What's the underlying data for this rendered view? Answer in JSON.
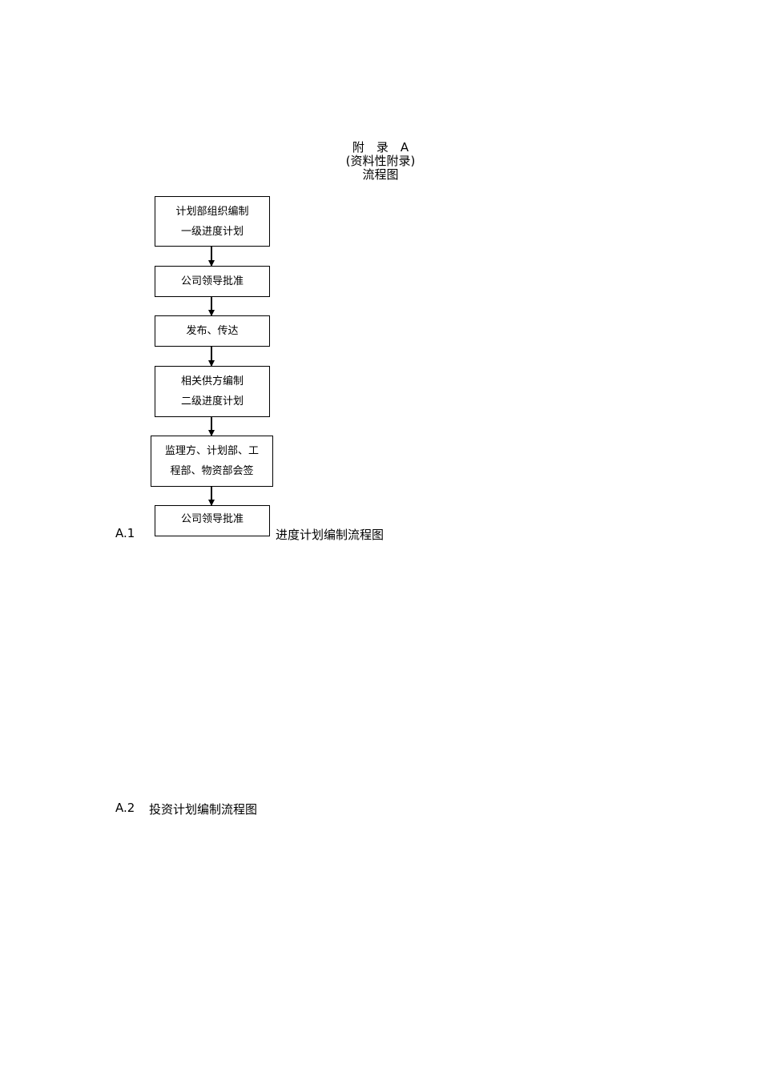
{
  "appendix": {
    "title": "附　录　A",
    "subtitle": "(资料性附录)",
    "heading": "流程图"
  },
  "flowchart_a1": {
    "steps": [
      {
        "lines": [
          "计划部组织编制",
          "一级进度计划"
        ]
      },
      {
        "lines": [
          "公司领导批准"
        ]
      },
      {
        "lines": [
          "发布、传达"
        ]
      },
      {
        "lines": [
          "相关供方编制",
          "二级进度计划"
        ]
      },
      {
        "lines": [
          "监理方、计划部、工",
          "程部、物资部会签"
        ]
      },
      {
        "lines": [
          "公司领导批准"
        ]
      }
    ]
  },
  "sections": [
    {
      "number": "A.1",
      "title": "进度计划编制流程图"
    },
    {
      "number": "A.2",
      "title": "投资计划编制流程图"
    }
  ]
}
